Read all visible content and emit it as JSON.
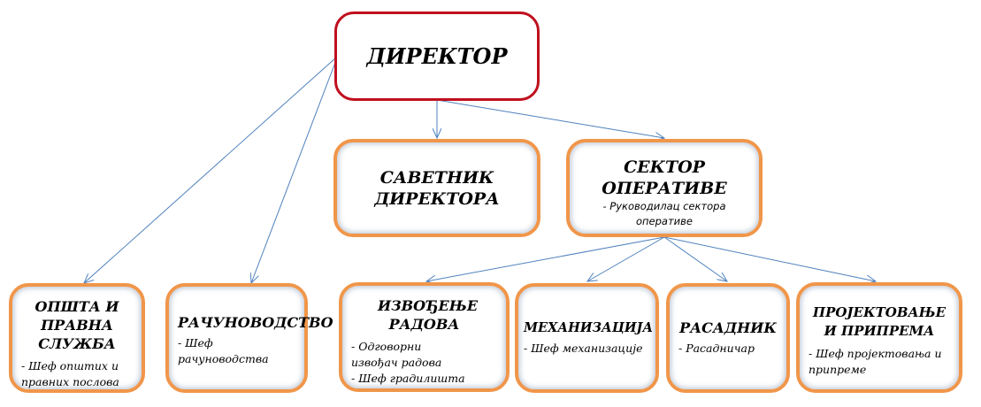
{
  "director": {
    "title": "ДИРЕКТОР"
  },
  "advisor": {
    "title": "САВЕТНИК ДИРЕКТОРА"
  },
  "operations": {
    "title": "СЕКТОР ОПЕРАТИВЕ",
    "lines": [
      "- Руководилац сектора оперативе"
    ]
  },
  "units": [
    {
      "title": "ОПШТА И ПРАВНА СЛУЖБА",
      "lines": [
        "- Шеф општих и правних послова"
      ]
    },
    {
      "title": "РАЧУНОВОДСТВО",
      "lines": [
        "- Шеф рачуноводства"
      ]
    },
    {
      "title": "ИЗВОЂЕЊЕ РАДОВА",
      "lines": [
        "- Одговорни извођач радова",
        "- Шеф градилишта"
      ]
    },
    {
      "title": "МЕХАНИЗАЦИЈА",
      "lines": [
        "- Шеф механизације"
      ]
    },
    {
      "title": "РАСАДНИК",
      "lines": [
        "- Расадничар"
      ]
    },
    {
      "title": "ПРОЈЕКТОВАЊЕ И ПРИПРЕМА",
      "lines": [
        "- Шеф пројектовања и припреме"
      ]
    }
  ],
  "colors": {
    "director_border": "#c0101e",
    "box_border": "#f0964a",
    "connector": "#4f81bd"
  }
}
